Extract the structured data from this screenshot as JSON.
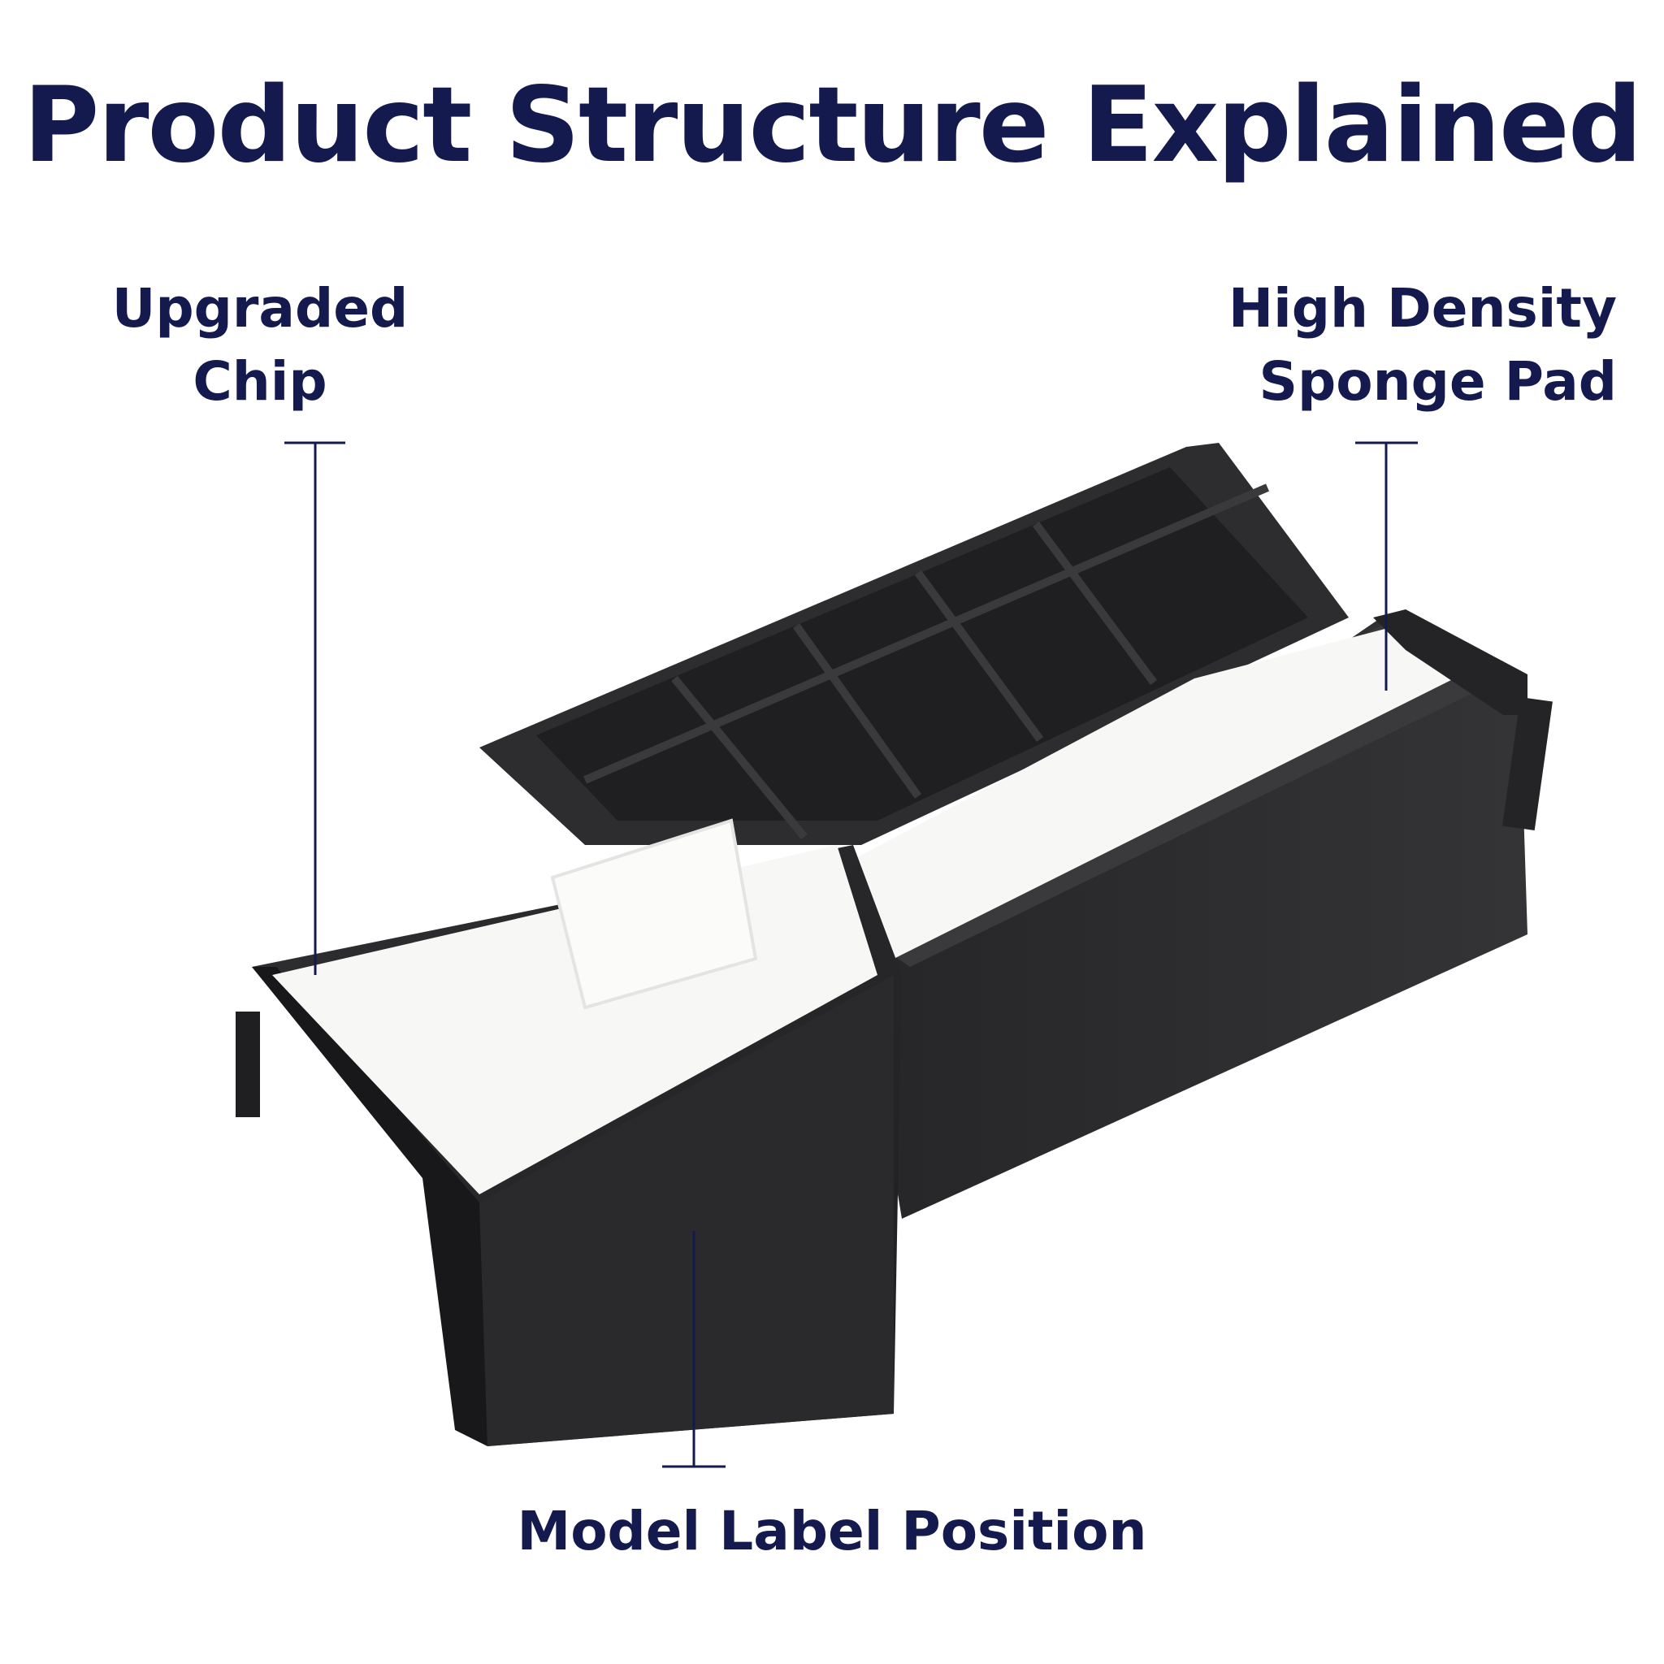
{
  "title": "Product Structure Explained",
  "callouts": {
    "chip": [
      "Upgraded",
      "Chip"
    ],
    "sponge": [
      "High Density",
      "Sponge Pad"
    ],
    "model": "Model Label Position"
  },
  "colors": {
    "text": "#141a4d",
    "plastic": "#2b2b2d",
    "sponge": "#f7f7f5"
  }
}
